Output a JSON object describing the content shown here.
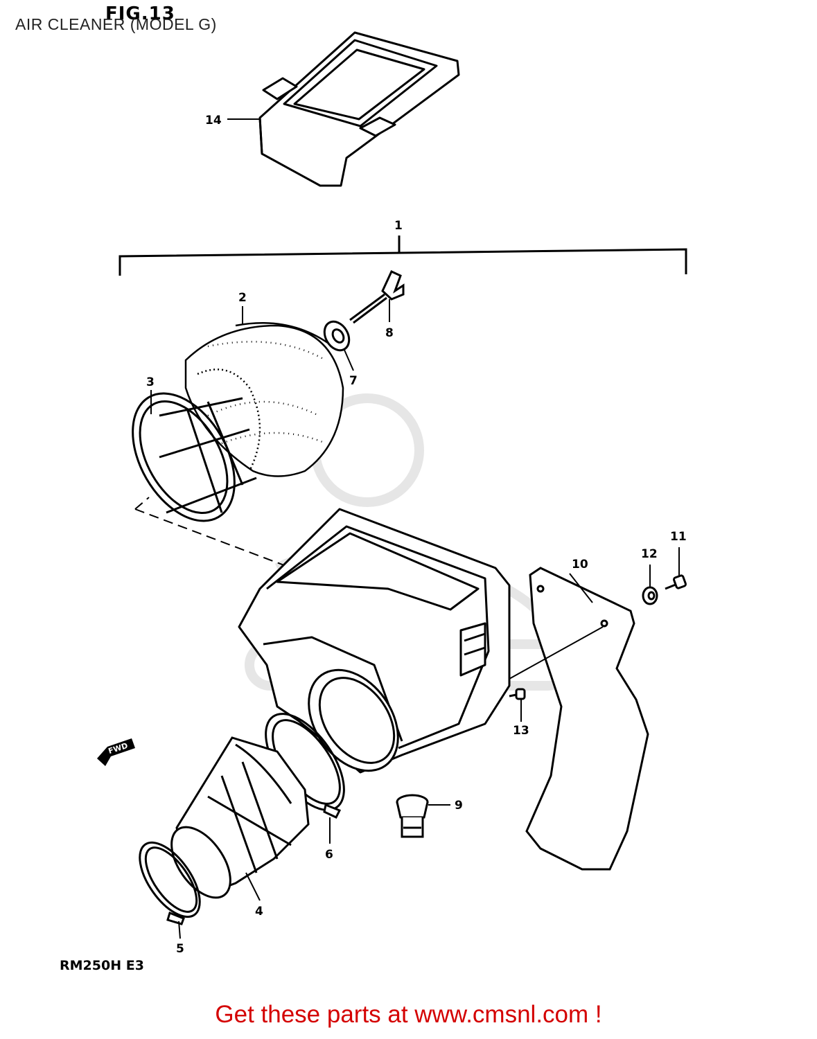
{
  "page_title": "AIR CLEANER (MODEL G)",
  "figure_label": "FIG.13",
  "model_code": "RM250H E3",
  "direction_arrow_label": "FWD",
  "callouts": [
    {
      "id": "1",
      "label": "1"
    },
    {
      "id": "2",
      "label": "2"
    },
    {
      "id": "3",
      "label": "3"
    },
    {
      "id": "4",
      "label": "4"
    },
    {
      "id": "5",
      "label": "5"
    },
    {
      "id": "6",
      "label": "6"
    },
    {
      "id": "7",
      "label": "7"
    },
    {
      "id": "8",
      "label": "8"
    },
    {
      "id": "9",
      "label": "9"
    },
    {
      "id": "10",
      "label": "10"
    },
    {
      "id": "11",
      "label": "11"
    },
    {
      "id": "12",
      "label": "12"
    },
    {
      "id": "13",
      "label": "13"
    },
    {
      "id": "14",
      "label": "14"
    }
  ],
  "banner_text": "Get these parts at www.cmsnl.com !",
  "colors": {
    "line": "#000000",
    "banner": "#d40000",
    "watermark": "#e6e6e6"
  }
}
